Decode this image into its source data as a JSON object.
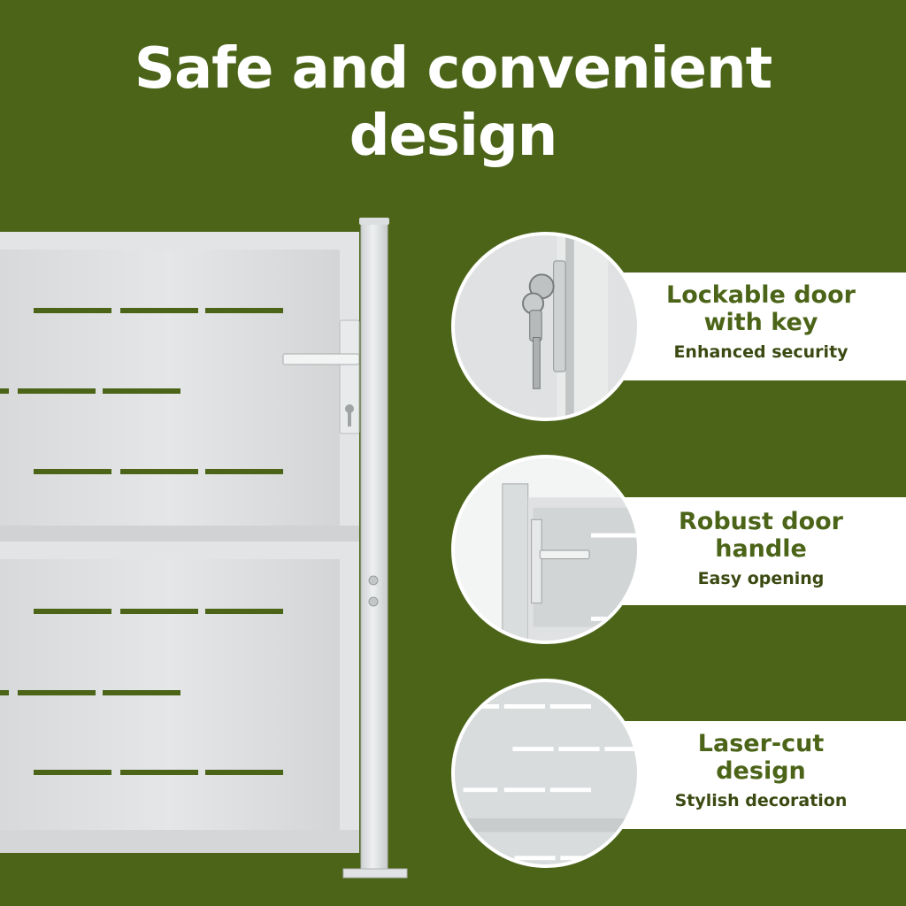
{
  "headline": {
    "line1": "Safe and convenient",
    "line2": "design"
  },
  "features": [
    {
      "title_line1": "Lockable door",
      "title_line2": "with key",
      "subtitle": "Enhanced security",
      "icon": "key-lock-icon"
    },
    {
      "title_line1": "Robust door",
      "title_line2": "handle",
      "subtitle": "Easy opening",
      "icon": "door-handle-icon"
    },
    {
      "title_line1": "Laser-cut",
      "title_line2": "design",
      "subtitle": "Stylish decoration",
      "icon": "laser-cut-panel-icon"
    }
  ],
  "colors": {
    "background": "#4b6418",
    "accent_text": "#4b6418",
    "panel": "#ffffff",
    "metal": "#d8dadb"
  }
}
